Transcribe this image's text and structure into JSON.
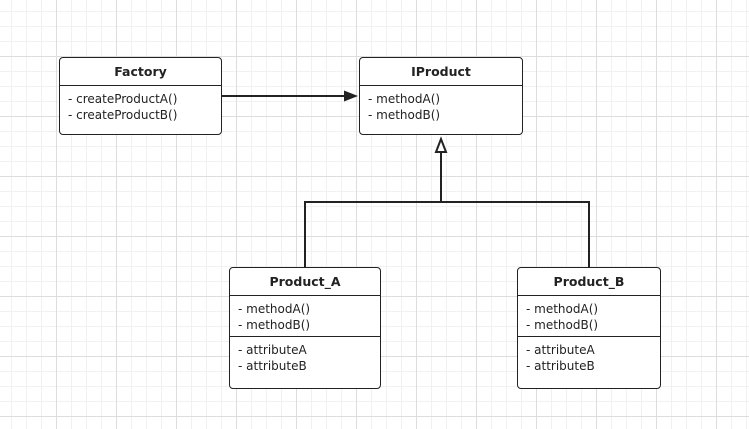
{
  "classes": {
    "factory": {
      "name": "Factory",
      "methods": [
        "- createProductA()",
        "- createProductB()"
      ]
    },
    "iproduct": {
      "name": "IProduct",
      "methods": [
        "- methodA()",
        "- methodB()"
      ]
    },
    "product_a": {
      "name": "Product_A",
      "methods": [
        "- methodA()",
        "- methodB()"
      ],
      "attributes": [
        "- attributeA",
        "- attributeB"
      ]
    },
    "product_b": {
      "name": "Product_B",
      "methods": [
        "- methodA()",
        "- methodB()"
      ],
      "attributes": [
        "- attributeA",
        "- attributeB"
      ]
    }
  },
  "relations": [
    {
      "from": "Factory",
      "to": "IProduct",
      "type": "association"
    },
    {
      "from": "Product_A",
      "to": "IProduct",
      "type": "realization"
    },
    {
      "from": "Product_B",
      "to": "IProduct",
      "type": "realization"
    }
  ],
  "colors": {
    "line": "#222222",
    "grid_major": "#dddddd",
    "grid_minor": "#f1f1f1",
    "box_fill": "#ffffff"
  }
}
